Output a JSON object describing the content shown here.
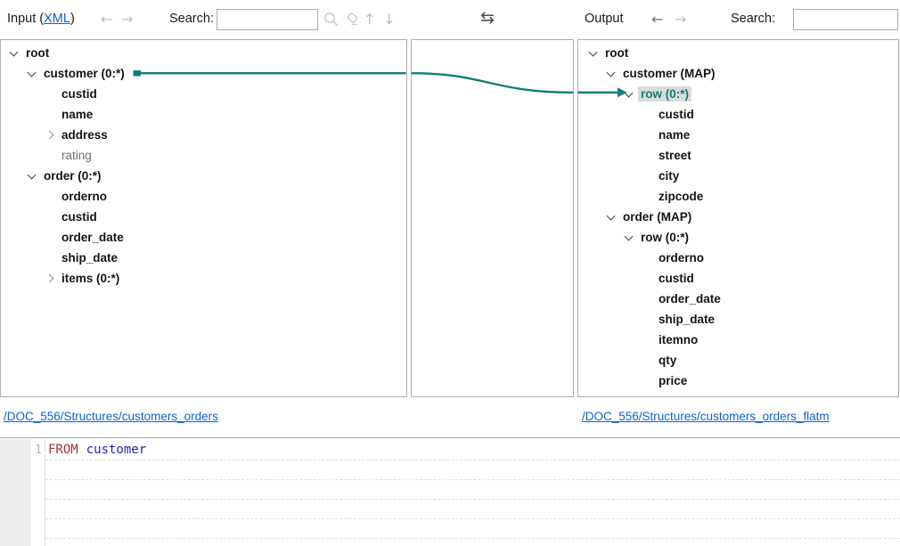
{
  "toolbar": {
    "input_label_prefix": "Input (",
    "input_label_link": "XML",
    "input_label_suffix": ")",
    "search_label": "Search:",
    "input_search_value": "",
    "output_label": "Output",
    "output_search_label": "Search:",
    "output_search_value": "",
    "icons": {
      "back": "←",
      "forward": "→",
      "up": "↑",
      "down": "↓",
      "swap": "⇆"
    }
  },
  "input_tree": {
    "items": [
      {
        "label": "root"
      },
      {
        "label": "customer (0:*)"
      },
      {
        "label": "custid"
      },
      {
        "label": "name"
      },
      {
        "label": "address"
      },
      {
        "label": "rating"
      },
      {
        "label": "order (0:*)"
      },
      {
        "label": "orderno"
      },
      {
        "label": "custid"
      },
      {
        "label": "order_date"
      },
      {
        "label": "ship_date"
      },
      {
        "label": "items (0:*)"
      }
    ]
  },
  "output_tree": {
    "items": [
      {
        "label": "root"
      },
      {
        "label": "customer (MAP)"
      },
      {
        "label": "row (0:*)"
      },
      {
        "label": "custid"
      },
      {
        "label": "name"
      },
      {
        "label": "street"
      },
      {
        "label": "city"
      },
      {
        "label": "zipcode"
      },
      {
        "label": "order (MAP)"
      },
      {
        "label": "row (0:*)"
      },
      {
        "label": "orderno"
      },
      {
        "label": "custid"
      },
      {
        "label": "order_date"
      },
      {
        "label": "ship_date"
      },
      {
        "label": "itemno"
      },
      {
        "label": "qty"
      },
      {
        "label": "price"
      }
    ]
  },
  "connection": {
    "from": "customer (0:*)",
    "to": "row (0:*)",
    "color": "#117d79"
  },
  "links": {
    "input_path": "/DOC_556/Structures/customers_orders",
    "output_path": "/DOC_556/Structures/customers_orders_flatm"
  },
  "editor": {
    "line_number": "1",
    "keyword": "FROM",
    "identifier": "customer"
  },
  "colors": {
    "accent_teal": "#117d79",
    "link_blue": "#0f62c5",
    "keyword_red": "#a03333",
    "identifier_blue": "#2727a8",
    "selection_gray": "#dbdbdb",
    "panel_border": "#adadad"
  }
}
